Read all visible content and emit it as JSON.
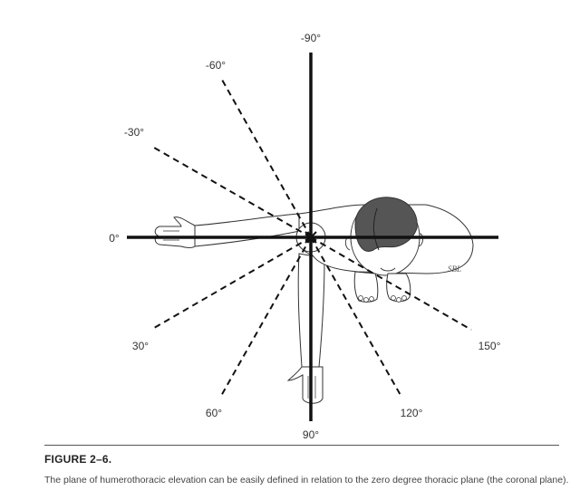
{
  "figure": {
    "angle_labels": {
      "neg90": "-90°",
      "neg60": "-60°",
      "neg30": "-30°",
      "zero": "0°",
      "pos30": "30°",
      "pos60": "60°",
      "pos90": "90°",
      "pos120": "120°",
      "pos150": "150°"
    },
    "signature": "SBL"
  },
  "caption": {
    "title": "FIGURE 2–6.",
    "text": "The plane of humerothoracic elevation can be easily defined in relation to the zero degree thoracic plane (the coronal plane)."
  },
  "colors": {
    "ink": "#111111",
    "hair": "#555555",
    "skin_outline": "#333333"
  }
}
